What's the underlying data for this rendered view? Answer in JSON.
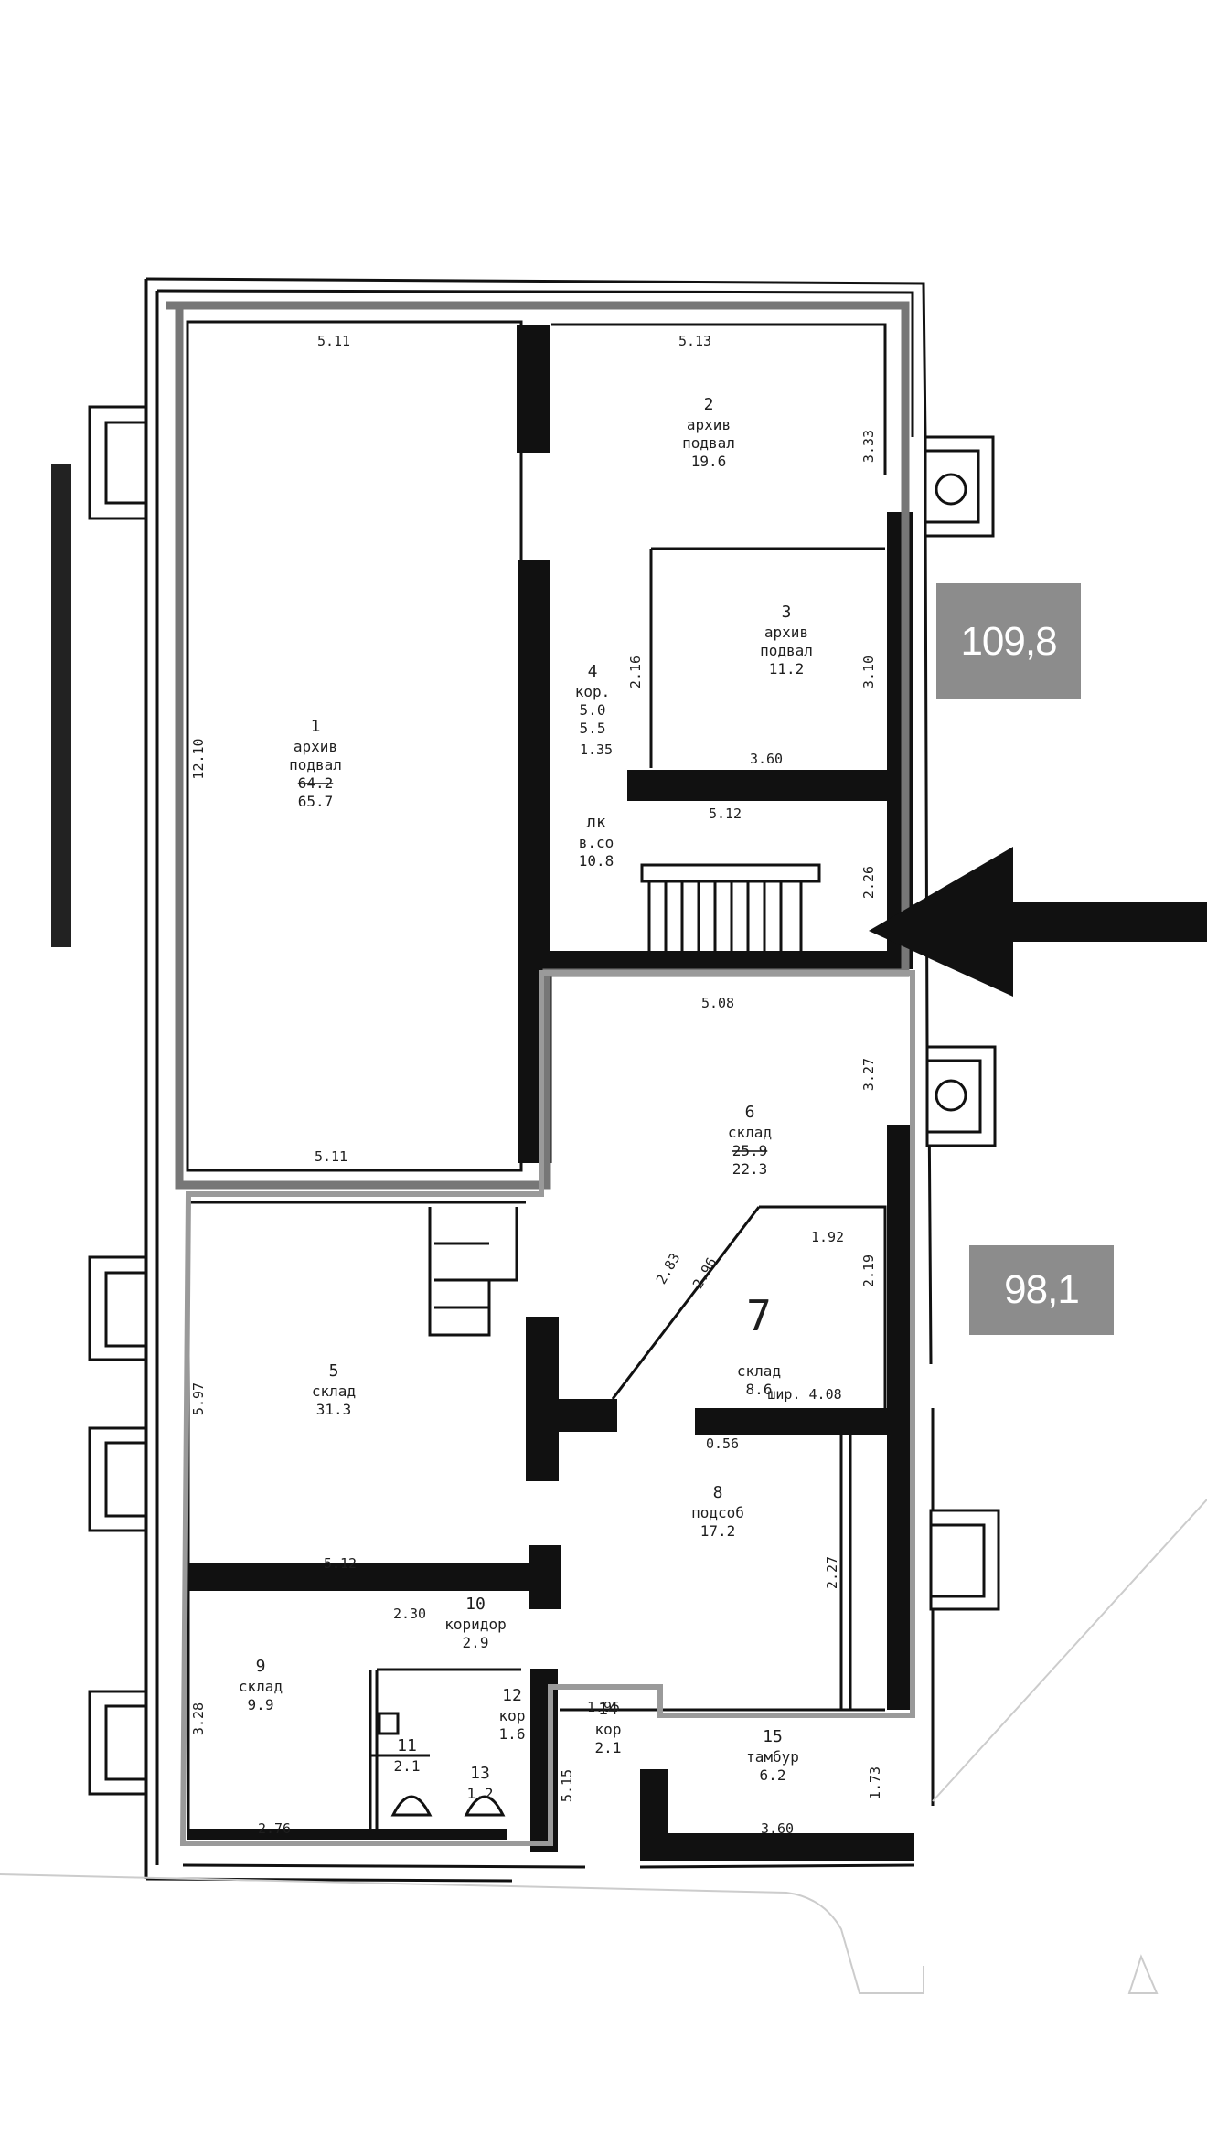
{
  "badges": {
    "upper_area": "109,8",
    "lower_area": "98,1",
    "color": "#8c8c8c"
  },
  "colors": {
    "walls": "#111111",
    "outline_upper": "#777777",
    "outline_lower": "#9a9a9a",
    "arrow": "#111111",
    "scale_bar": "#222222"
  },
  "rooms": [
    {
      "id": "1",
      "number": "1",
      "lines": [
        "архив",
        "подвал"
      ],
      "area_struck": "64.2",
      "area": "65.7"
    },
    {
      "id": "2",
      "number": "2",
      "lines": [
        "архив",
        "подвал"
      ],
      "area": "19.6"
    },
    {
      "id": "3",
      "number": "3",
      "lines": [
        "архив",
        "подвал"
      ],
      "area": "11.2"
    },
    {
      "id": "4",
      "number": "4",
      "lines": [
        "кор.",
        "5.0"
      ],
      "area": "5.5"
    },
    {
      "id": "5",
      "number": "5",
      "lines": [
        "склад"
      ],
      "area": "31.3"
    },
    {
      "id": "6",
      "number": "6",
      "lines": [
        "склад"
      ],
      "area_struck": "25.9",
      "area": "22.3"
    },
    {
      "id": "7",
      "number": "7",
      "lines": [
        "склад"
      ],
      "area": "8.6"
    },
    {
      "id": "8",
      "number": "8",
      "lines": [
        "подсоб"
      ],
      "area": "17.2"
    },
    {
      "id": "9",
      "number": "9",
      "lines": [
        "склад"
      ],
      "area": "9.9"
    },
    {
      "id": "10",
      "number": "10",
      "lines": [
        "коридор"
      ],
      "area": "2.9"
    },
    {
      "id": "11",
      "number": "11",
      "lines": [],
      "area": "2.1"
    },
    {
      "id": "12",
      "number": "12",
      "lines": [
        "кор"
      ],
      "area": "1.6"
    },
    {
      "id": "13",
      "number": "13",
      "lines": [],
      "area": "1.2"
    },
    {
      "id": "14",
      "number": "14",
      "lines": [
        "кор"
      ],
      "area": "2.1"
    },
    {
      "id": "15",
      "number": "15",
      "lines": [
        "тамбур"
      ],
      "area": "6.2"
    },
    {
      "id": "ls",
      "number": "лк",
      "lines": [
        "в.со"
      ],
      "area": "10.8"
    }
  ],
  "dimensions": {
    "d_511_top": "5.11",
    "d_513": "5.13",
    "d_333": "3.33",
    "d_1210": "12.10",
    "d_310": "3.10",
    "d_360": "3.60",
    "d_512_a": "5.12",
    "d_135": "1.35",
    "d_216": "2.16",
    "d_226": "2.26",
    "d_508": "5.08",
    "d_327": "3.27",
    "d_511_bot": "5.11",
    "d_192": "1.92",
    "d_219": "2.19",
    "d_283": "2.83",
    "d_296": "2.96",
    "d_408": "шир. 4.08",
    "d_597": "5.97",
    "d_512_b": "5.12",
    "d_227": "2.27",
    "d_230": "2.30",
    "d_328": "3.28",
    "d_276": "2.76",
    "d_195": "1.95",
    "d_360_b": "3.60",
    "d_173": "1.73",
    "d_515": "5.15",
    "d_056": "0.56"
  }
}
